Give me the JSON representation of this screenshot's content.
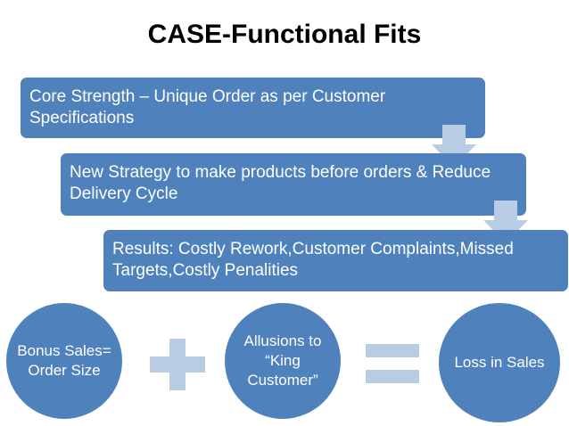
{
  "title": "CASE-Functional Fits",
  "steps": [
    {
      "text": "Core Strength – Unique Order as per Customer Specifications"
    },
    {
      "text": "New Strategy to make products before orders & Reduce Delivery Cycle"
    },
    {
      "text": "Results: Costly Rework,Customer Complaints,Missed Targets,Costly Penalities"
    }
  ],
  "equation": {
    "term1": "Bonus Sales= Order Size",
    "term2": "Allusions to “King Customer”",
    "result": "Loss in Sales",
    "plus_icon": "plus-sign",
    "equals_icon": "equals-sign"
  },
  "colors": {
    "box": "#4f81bd",
    "arrow": "#b8cce4",
    "operator": "#b8cce4",
    "text": "#ffffff"
  }
}
